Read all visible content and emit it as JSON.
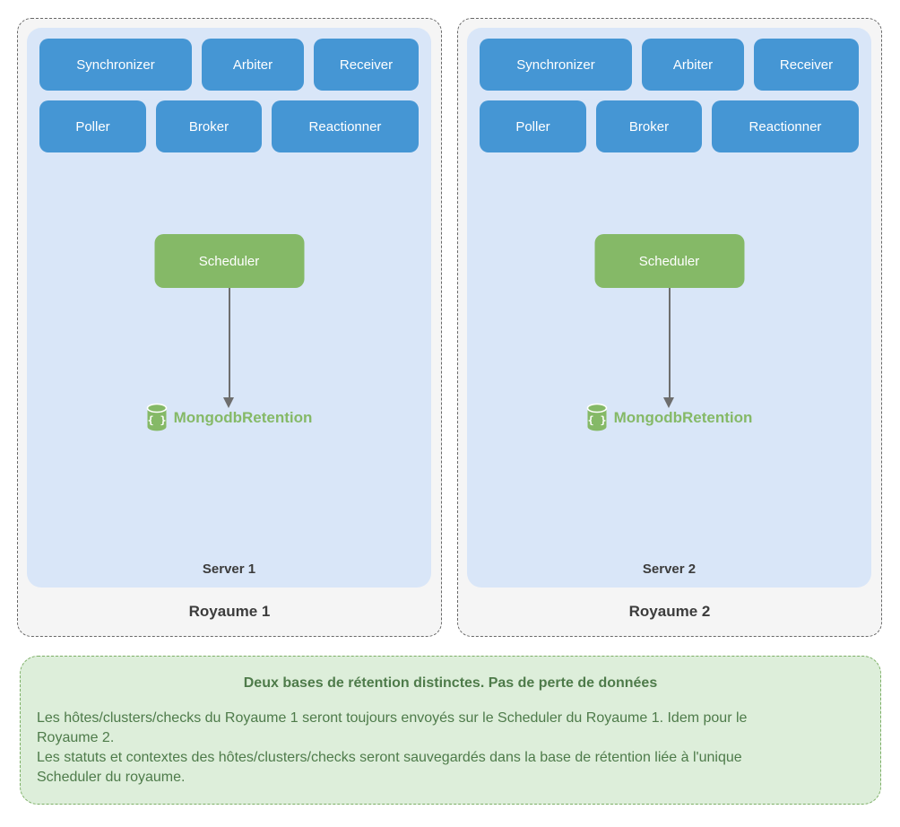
{
  "colors": {
    "component_blue": "#4596d4",
    "scheduler_green": "#85b967",
    "retention_text_green": "#85b967",
    "server_box_bg": "#d9e6f8",
    "realm_box_bg": "#f5f5f5",
    "realm_border_gray": "#686868",
    "note_bg": "#ddeeda",
    "note_border_green": "#7daf66",
    "note_text_green": "#4e7b4a",
    "arrow_gray": "#6e6e6e",
    "label_dark_gray": "#3c3c3c"
  },
  "panels": [
    {
      "realm_label": "Royaume 1",
      "server_label": "Server 1",
      "components": [
        "Synchronizer",
        "Arbiter",
        "Receiver",
        "Poller",
        "Broker",
        "Reactionner"
      ],
      "scheduler_label": "Scheduler",
      "retention_label": "MongodbRetention"
    },
    {
      "realm_label": "Royaume 2",
      "server_label": "Server 2",
      "components": [
        "Synchronizer",
        "Arbiter",
        "Receiver",
        "Poller",
        "Broker",
        "Reactionner"
      ],
      "scheduler_label": "Scheduler",
      "retention_label": "MongodbRetention"
    }
  ],
  "note": {
    "title": "Deux bases de rétention distinctes. Pas de perte de données",
    "lines": [
      "Les hôtes/clusters/checks du Royaume 1 seront toujours envoyés sur le Scheduler du Royaume 1. Idem pour le",
      "Royaume 2.",
      "Les statuts et contextes des hôtes/clusters/checks seront sauvegardés dans la base de rétention liée à l'unique",
      "Scheduler du royaume."
    ]
  }
}
